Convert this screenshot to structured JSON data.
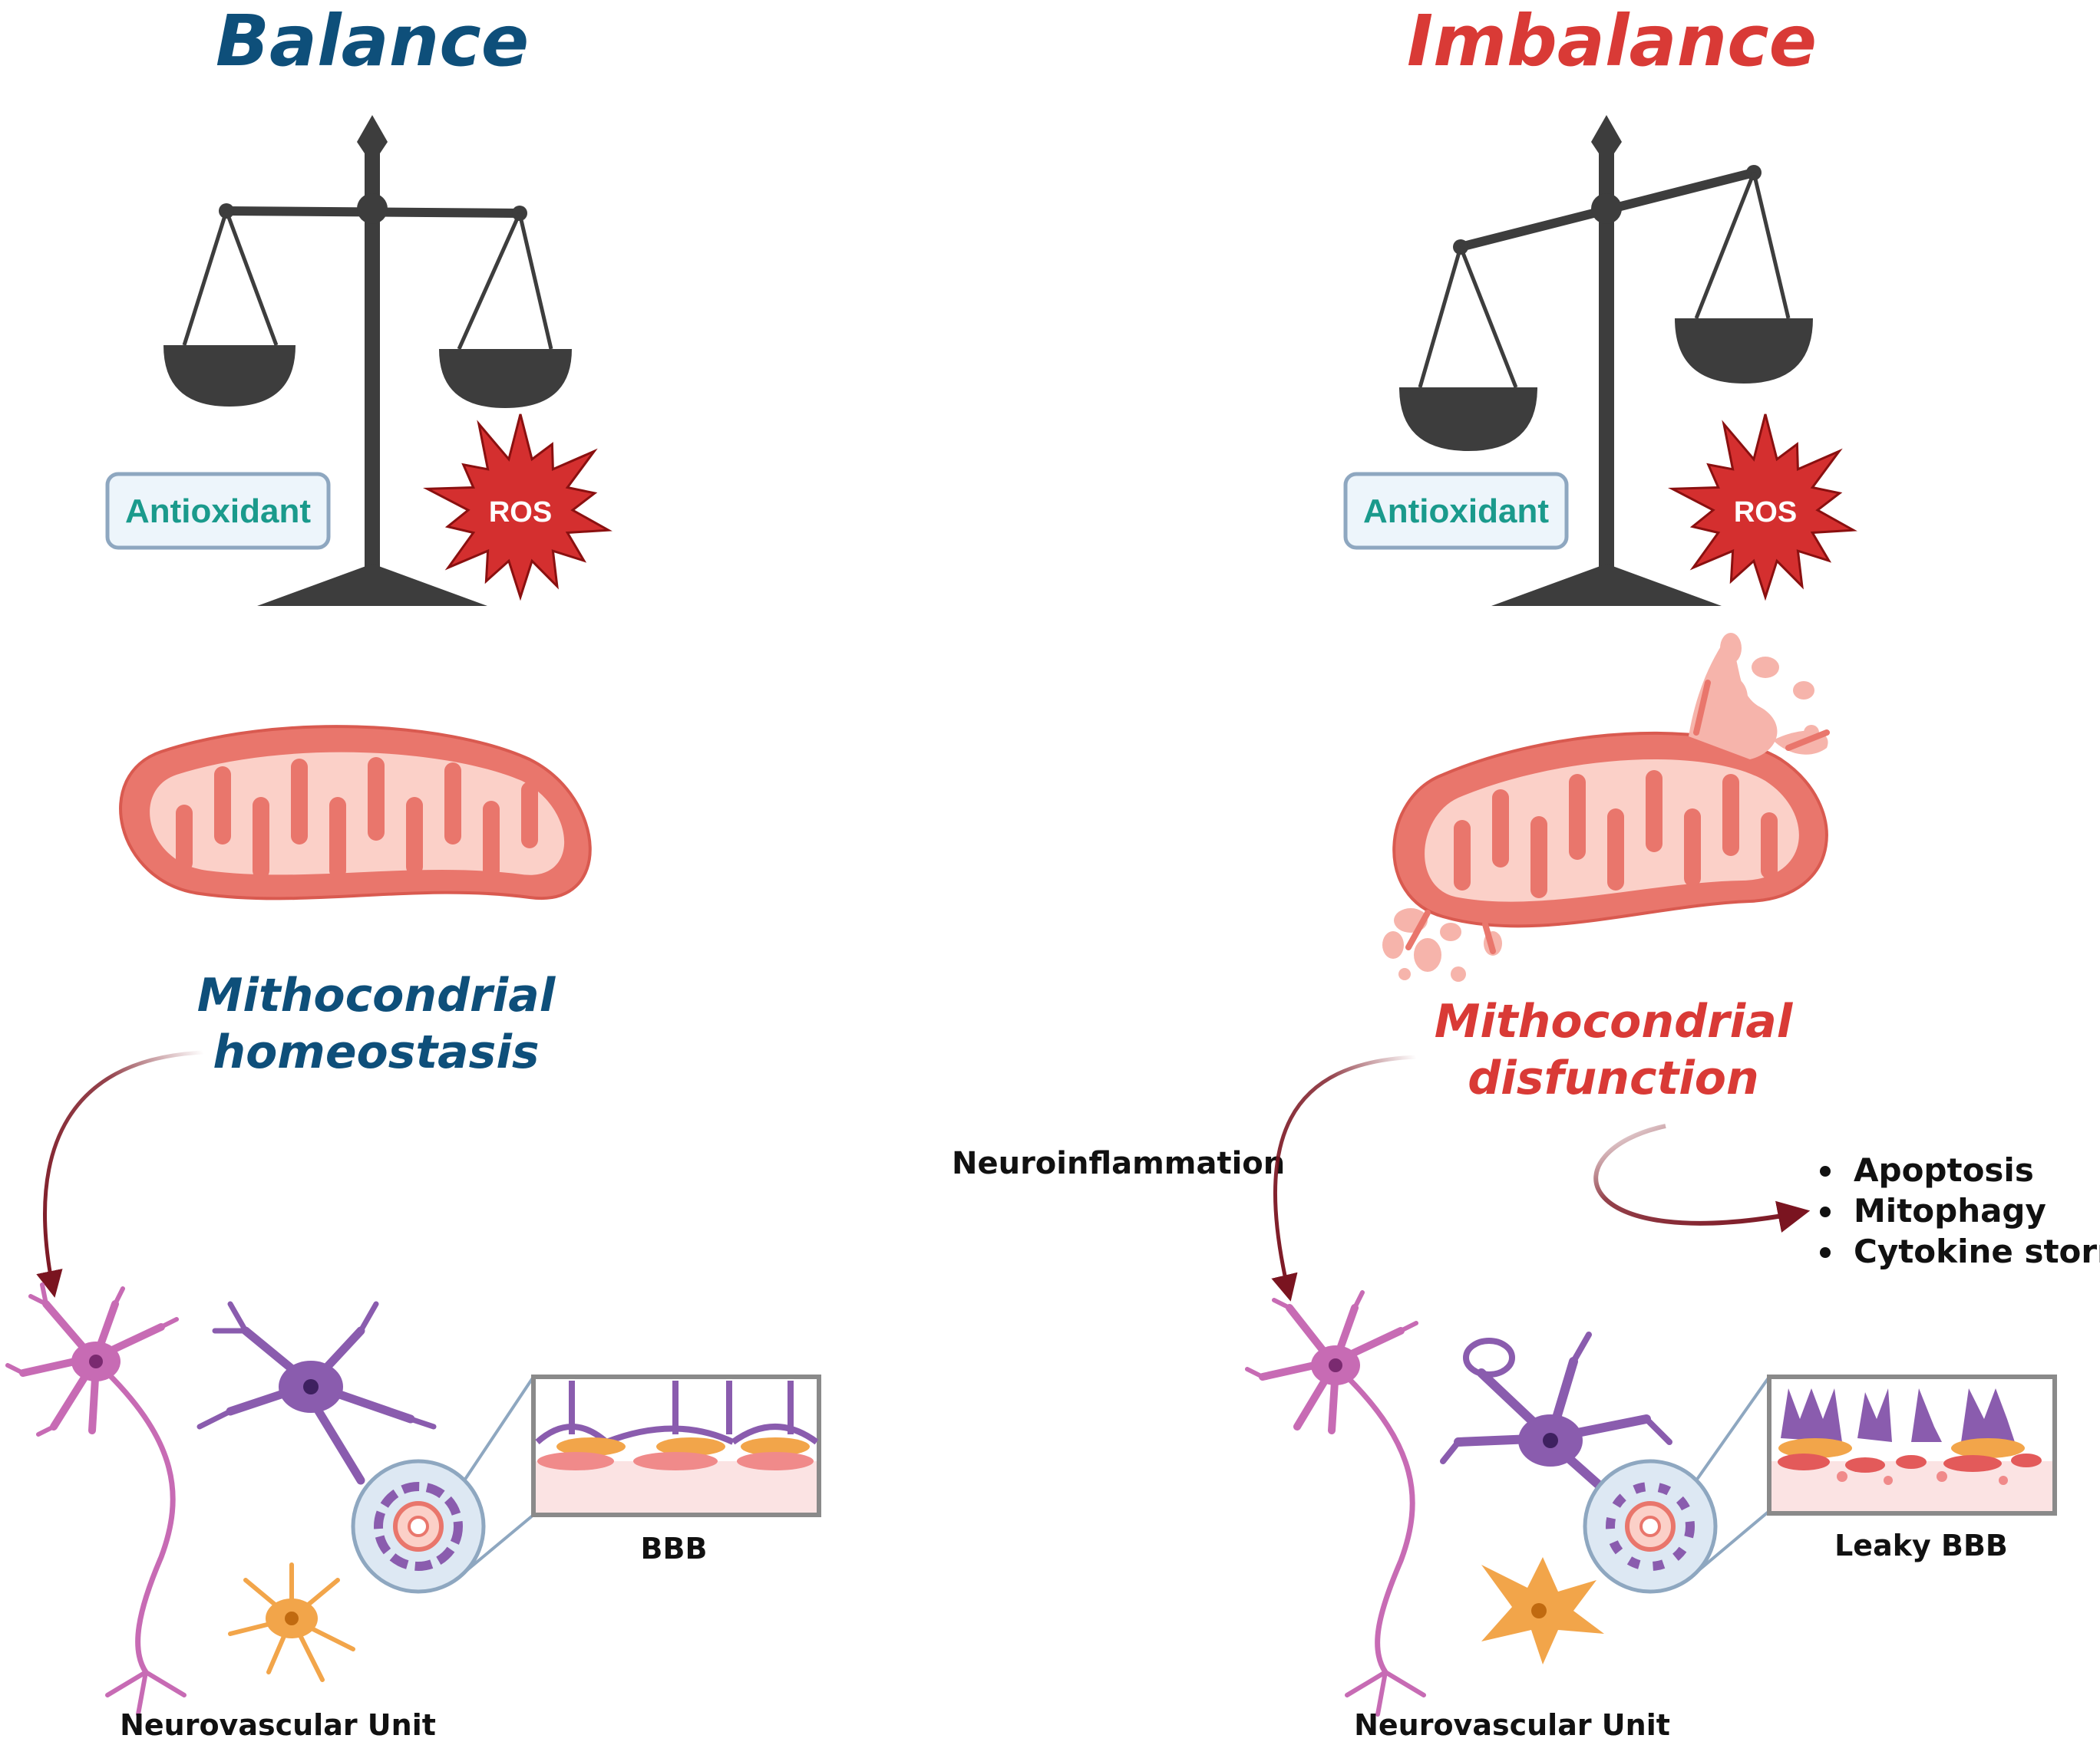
{
  "left_panel": {
    "title": "Balance",
    "antioxidant_label": "Antioxidant",
    "ros_label": "ROS",
    "mito_state_line1": "Mithocondrial",
    "mito_state_line2": "homeostasis",
    "nvu_label": "Neurovascular Unit",
    "bbb_label": "BBB"
  },
  "right_panel": {
    "title": "Imbalance",
    "antioxidant_label": "Antioxidant",
    "ros_label": "ROS",
    "mito_state_line1": "Mithocondrial",
    "mito_state_line2": "disfunction",
    "pathway_label": "Neuroinflammation",
    "outcomes": [
      "Apoptosis",
      "Mitophagy",
      "Cytokine storm"
    ],
    "nvu_label": "Neurovascular Unit",
    "bbb_label": "Leaky BBB"
  },
  "colors": {
    "balance_blue": "#0e4f7a",
    "imbalance_red": "#d93a36",
    "antioxidant_teal": "#1a9a8c",
    "scale_gray": "#3d3d3d",
    "ros_red": "#d42f2f",
    "mito_outer": "#e9766c",
    "mito_inner": "#fbd0c8",
    "neuron_pink": "#c76bb4",
    "neuron_purple": "#8a5cae",
    "astro_orange": "#f2a54a",
    "arrow_dark_red": "#7a1420"
  }
}
